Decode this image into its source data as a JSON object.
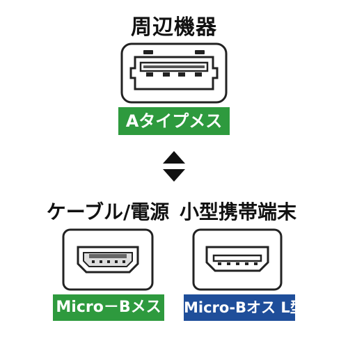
{
  "top": {
    "title": "周辺機器",
    "badge": "Aタイプメス",
    "badge_color": "#2e9a3e",
    "icon": "usb-a-port-icon"
  },
  "arrow": {
    "icon": "up-down-arrow-icon"
  },
  "left": {
    "title": "ケーブル/電源",
    "badge": "Micro－Bメス",
    "badge_color": "#2e9a3e",
    "icon": "micro-b-female-port-icon"
  },
  "right": {
    "title": "小型携帯端末",
    "badge": "Micro-Bオス L型",
    "badge_color": "#1f4e9a",
    "icon": "micro-b-male-plug-icon"
  }
}
